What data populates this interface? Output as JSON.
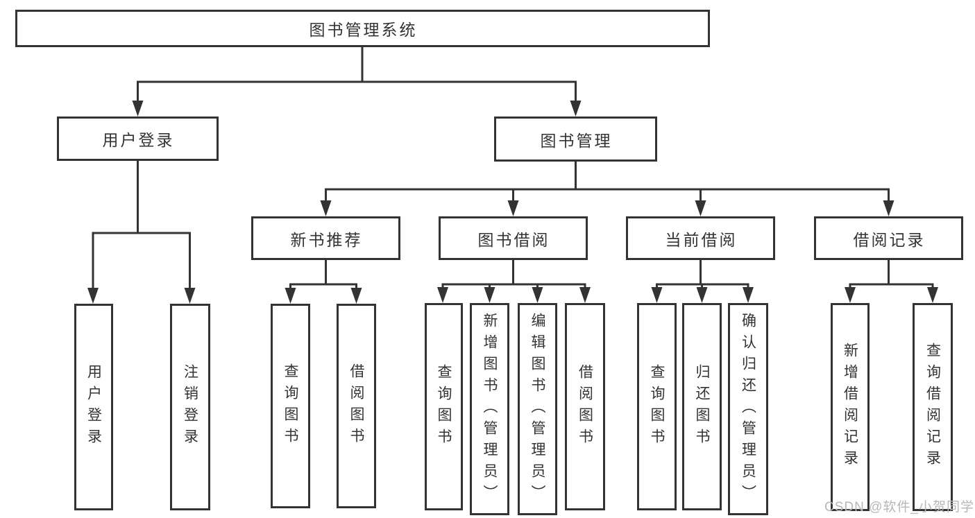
{
  "diagram": {
    "root": {
      "label": "图书管理系统"
    },
    "level1": [
      {
        "label": "用户登录",
        "children": [
          {
            "label": "用户登录"
          },
          {
            "label": "注销登录"
          }
        ]
      },
      {
        "label": "图书管理",
        "children": [
          {
            "label": "新书推荐",
            "children": [
              {
                "label": "查询图书"
              },
              {
                "label": "借阅图书"
              }
            ]
          },
          {
            "label": "图书借阅",
            "children": [
              {
                "label": "查询图书"
              },
              {
                "label": "新增图书（管理员）"
              },
              {
                "label": "编辑图书（管理员）"
              },
              {
                "label": "借阅图书"
              }
            ]
          },
          {
            "label": "当前借阅",
            "children": [
              {
                "label": "查询图书"
              },
              {
                "label": "归还图书"
              },
              {
                "label": "确认归还（管理员）"
              }
            ]
          },
          {
            "label": "借阅记录",
            "children": [
              {
                "label": "新增借阅记录"
              },
              {
                "label": "查询借阅记录"
              }
            ]
          }
        ]
      }
    ]
  },
  "watermark": {
    "text": "CSDN @软件_小贺同学"
  },
  "colors": {
    "line": "#333333",
    "text": "#333333",
    "box_background": "#ffffff",
    "page_background": "#ffffff",
    "watermark": "#b7b7b7"
  }
}
